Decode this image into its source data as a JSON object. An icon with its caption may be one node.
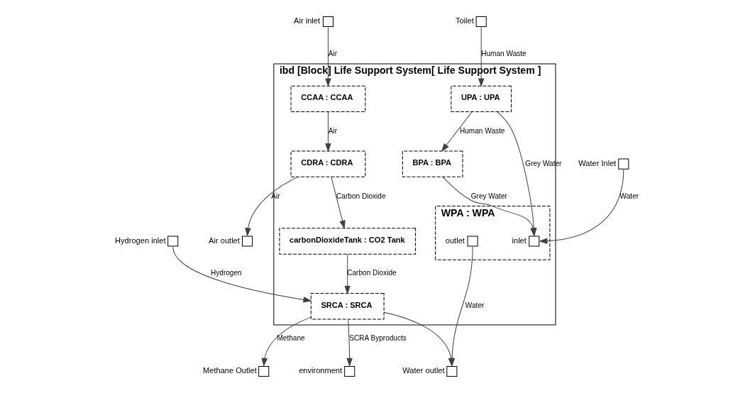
{
  "diagram": {
    "nodes": [
      {
        "text": [
          "ibd [Block] Life Support System[ Life Support System ]"
        ]
      },
      {
        "text": [],
        "shape": "box",
        "beside": [
          "Hydrogen inlet"
        ]
      },
      {
        "text": [],
        "shape": "box",
        "beside": [
          "Air inlet"
        ]
      },
      {
        "text": [],
        "shape": "box",
        "beside": [
          "Air outlet"
        ]
      },
      {
        "text": [],
        "shape": "box",
        "beside": [
          "Toilet"
        ]
      },
      {
        "text": [],
        "shape": "box",
        "beside": [
          "Water Inlet"
        ]
      },
      {
        "text": [],
        "shape": "box",
        "beside": [
          "environment"
        ]
      },
      {
        "text": [],
        "shape": "box",
        "beside": [
          "Water outlet"
        ]
      },
      {
        "text": [],
        "shape": "box",
        "beside": [
          "Methane Outlet"
        ]
      },
      {
        "text": [
          "BPA : BPA"
        ],
        "in": 0
      },
      {
        "text": [
          "UPA : UPA"
        ],
        "in": 0
      },
      {
        "text": [
          "CCAA : CCAA"
        ],
        "in": 0
      },
      {
        "text": [
          "CDRA : CDRA"
        ],
        "in": 0
      },
      {
        "text": [
          "carbonDioxideTank : CO2 Tank"
        ],
        "in": 0
      },
      {
        "text": [
          "WPA : WPA"
        ],
        "in": 0
      },
      {
        "text": [
          "SRCA : SRCA"
        ],
        "in": 0
      },
      {
        "text": [],
        "shape": "box",
        "in": 14,
        "beside": [
          "inlet"
        ]
      },
      {
        "text": [],
        "shape": "box",
        "in": 14,
        "beside": [
          "outlet"
        ]
      }
    ],
    "edges": [
      {
        "from": 10,
        "to": 9,
        "arrow": "to",
        "label": "Human Waste"
      },
      {
        "from": 4,
        "to": 10,
        "arrow": "to",
        "label": "Human Waste"
      },
      {
        "from": 9,
        "to": 16,
        "arrow": "to",
        "label": "Grey Water"
      },
      {
        "from": 10,
        "to": 16,
        "arrow": "to",
        "label": "Grey Water"
      },
      {
        "from": 5,
        "to": 16,
        "arrow": "to",
        "label": "Water"
      },
      {
        "from": 17,
        "to": 7,
        "arrow": "to",
        "label": "Water"
      },
      {
        "from": 15,
        "to": 7,
        "arrow": "to"
      },
      {
        "from": 1,
        "to": 15,
        "arrow": "to",
        "label": "Hydrogen"
      },
      {
        "from": 2,
        "to": 11,
        "arrow": "to",
        "label": "Air"
      },
      {
        "from": 11,
        "to": 12,
        "arrow": "to",
        "label": "Air"
      },
      {
        "from": 12,
        "to": 3,
        "arrow": "to",
        "label": "Air"
      },
      {
        "from": 12,
        "to": 13,
        "arrow": "to",
        "label": "Carbon Dioxide"
      },
      {
        "from": 13,
        "to": 15,
        "arrow": "to",
        "label": "Carbon Dioxide"
      },
      {
        "from": 15,
        "to": 6,
        "arrow": "to",
        "label": "SCRA Byproducts"
      },
      {
        "from": 15,
        "to": 8,
        "arrow": "to",
        "label": "Methane"
      }
    ]
  }
}
